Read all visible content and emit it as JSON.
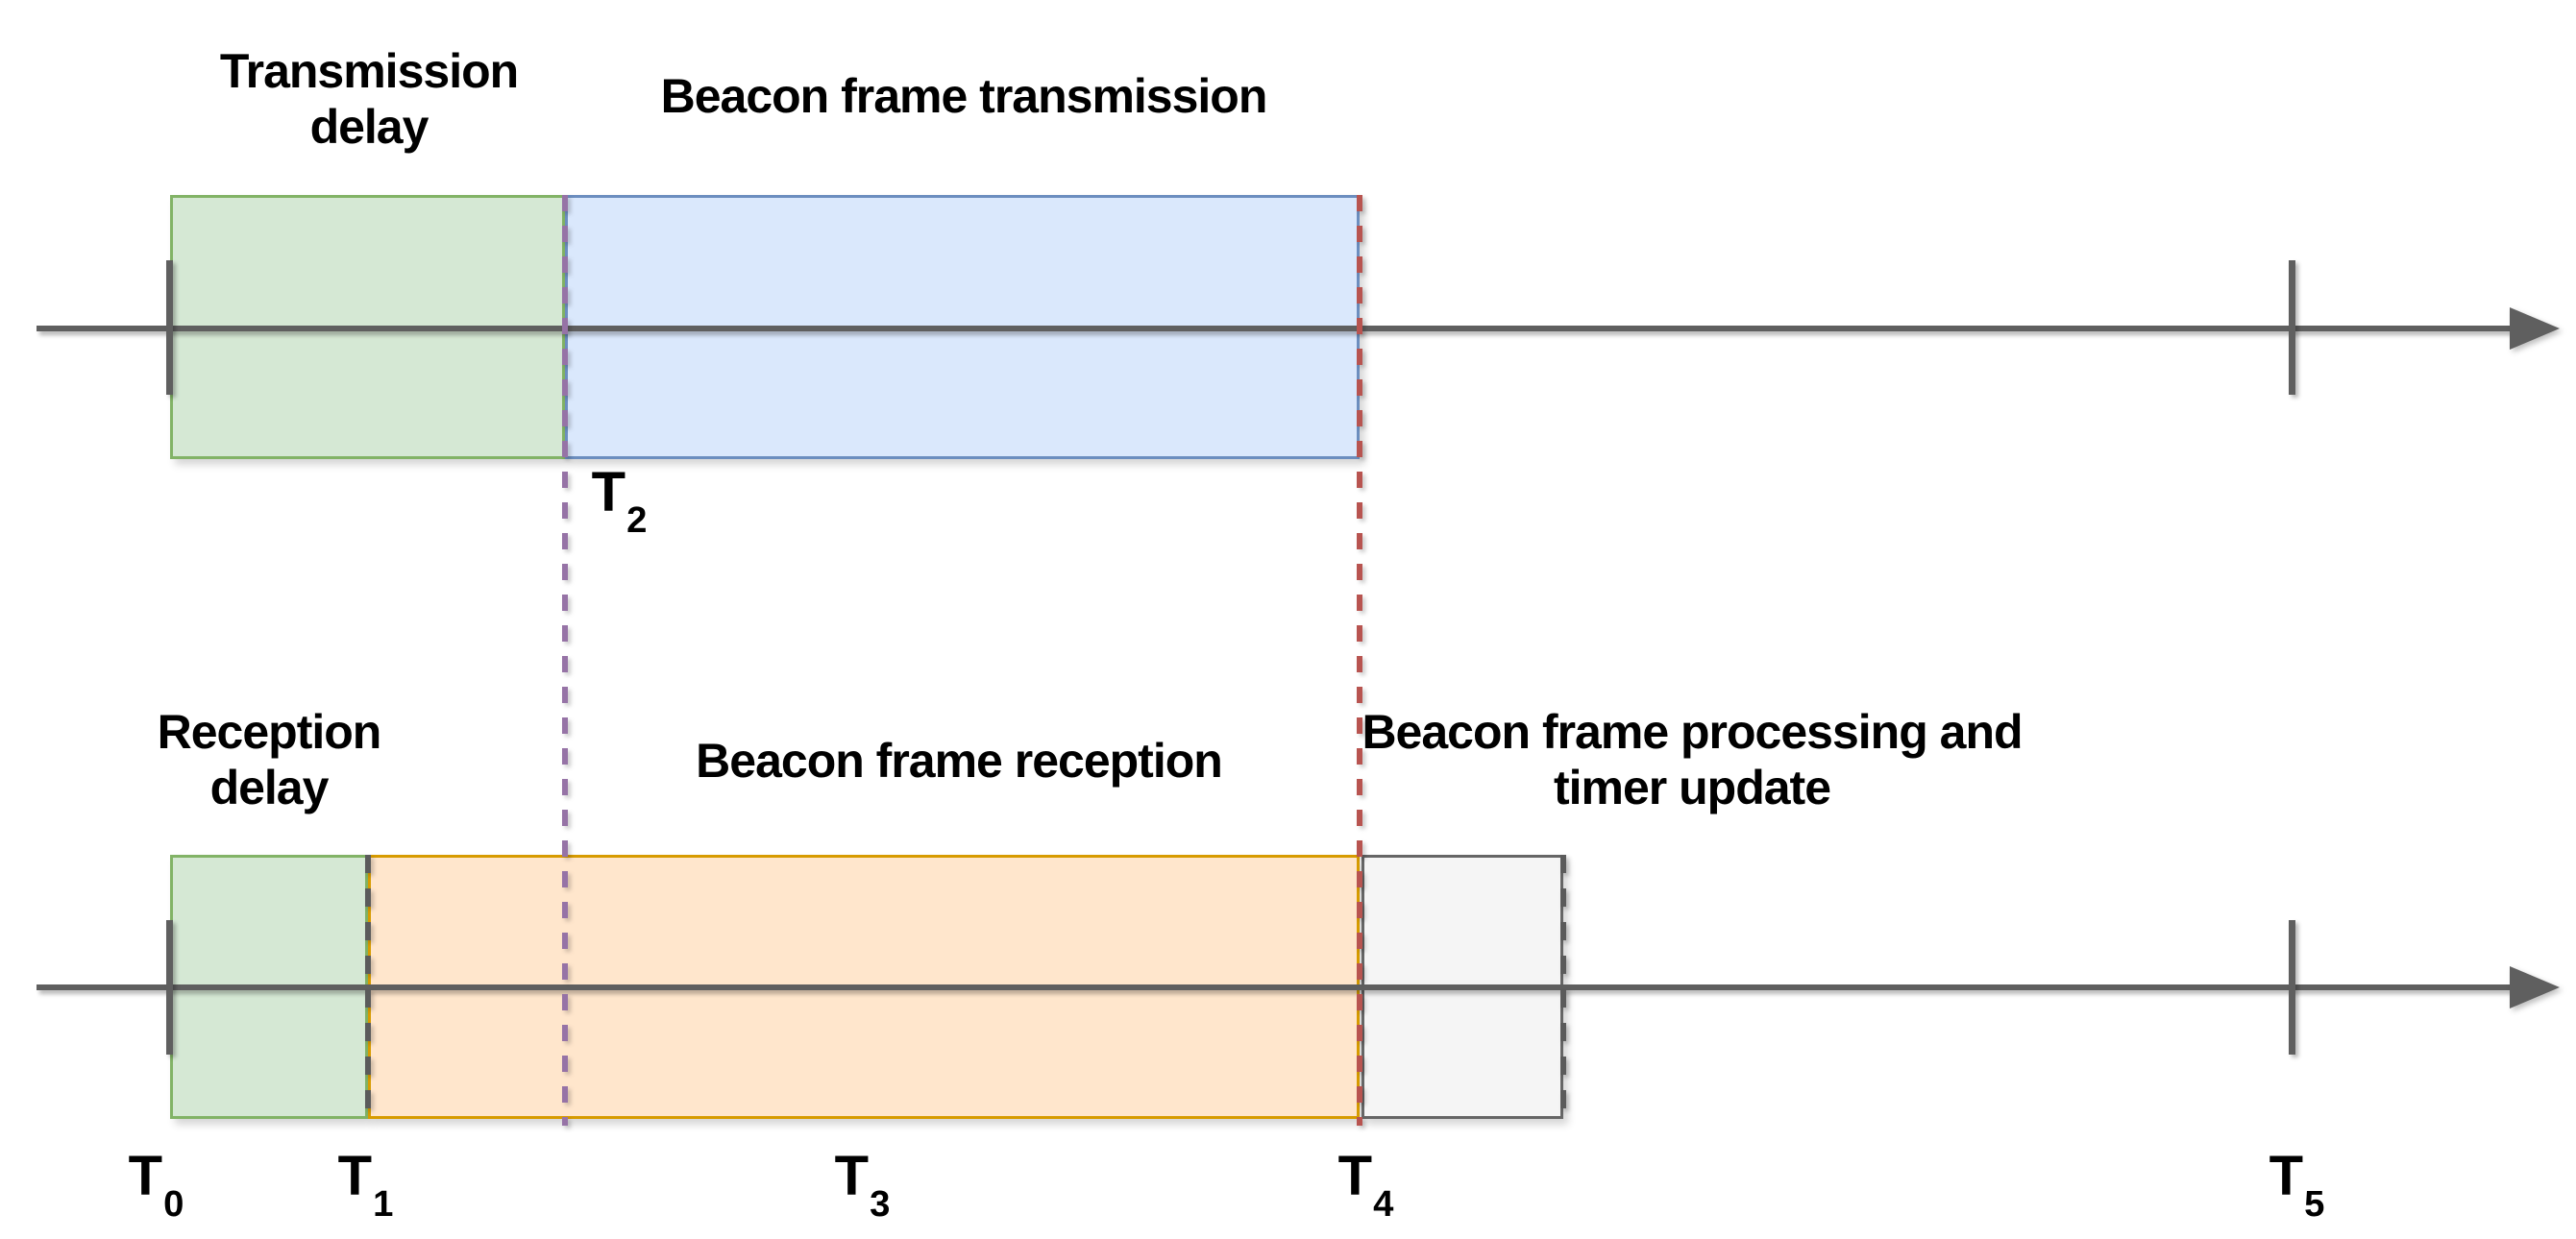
{
  "colors": {
    "canvas-bg": "#ffffff",
    "axis": "#5f5f5f",
    "tick": "#5f5f5f",
    "green-fill": "#d5e8d4",
    "green-stroke": "#82b366",
    "blue-fill": "#dae8fc",
    "blue-stroke": "#6c8ebf",
    "orange-fill": "#ffe6cc",
    "orange-stroke": "#d79b00",
    "gray-fill": "#f5f5f5",
    "gray-stroke": "#666666",
    "purple-dash": "#9673a6",
    "red-dash": "#b85450",
    "dark-dash": "#5b5b5b",
    "text": "#000000"
  },
  "top_timeline": {
    "segments": [
      {
        "id": "transmission-delay",
        "label": "Transmission delay"
      },
      {
        "id": "beacon-frame-transmission",
        "label": "Beacon frame transmission"
      }
    ]
  },
  "bottom_timeline": {
    "segments": [
      {
        "id": "reception-delay",
        "label": "Reception delay"
      },
      {
        "id": "beacon-frame-reception",
        "label": "Beacon frame reception"
      },
      {
        "id": "beacon-frame-processing",
        "label": "Beacon frame processing and timer update"
      }
    ]
  },
  "time_markers": [
    {
      "base": "T",
      "sub": "0"
    },
    {
      "base": "T",
      "sub": "1"
    },
    {
      "base": "T",
      "sub": "2"
    },
    {
      "base": "T",
      "sub": "3"
    },
    {
      "base": "T",
      "sub": "4"
    },
    {
      "base": "T",
      "sub": "5"
    }
  ]
}
